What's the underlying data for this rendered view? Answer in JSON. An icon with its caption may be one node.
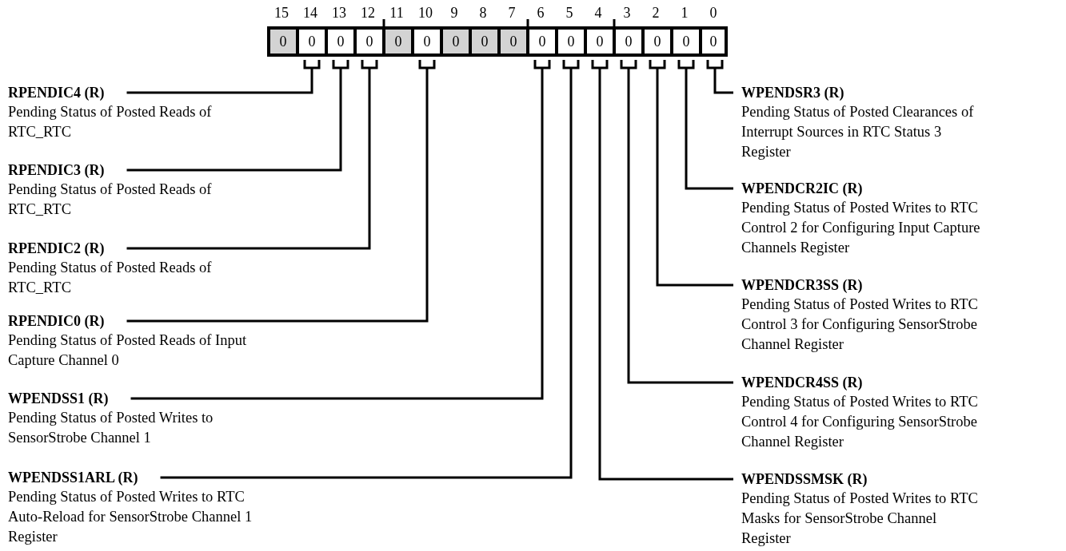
{
  "diagram": {
    "nodes": [
      {
        "text": [
          "0"
        ],
        "beside": [
          "15"
        ]
      },
      {
        "text": [
          "0"
        ],
        "beside": [
          "14"
        ]
      },
      {
        "text": [
          "0"
        ],
        "beside": [
          "13"
        ]
      },
      {
        "text": [
          "0"
        ],
        "beside": [
          "12"
        ]
      },
      {
        "text": [
          "0"
        ],
        "beside": [
          "11"
        ]
      },
      {
        "text": [
          "0"
        ],
        "beside": [
          "10"
        ]
      },
      {
        "text": [
          "0"
        ],
        "beside": [
          "9"
        ]
      },
      {
        "text": [
          "0"
        ],
        "beside": [
          "8"
        ]
      },
      {
        "text": [
          "0"
        ],
        "beside": [
          "7"
        ]
      },
      {
        "text": [
          "0"
        ],
        "beside": [
          "6"
        ]
      },
      {
        "text": [
          "0"
        ],
        "beside": [
          "5"
        ]
      },
      {
        "text": [
          "0"
        ],
        "beside": [
          "4"
        ]
      },
      {
        "text": [
          "0"
        ],
        "beside": [
          "3"
        ]
      },
      {
        "text": [
          "0"
        ],
        "beside": [
          "2"
        ]
      },
      {
        "text": [
          "0"
        ],
        "beside": [
          "1"
        ]
      },
      {
        "text": [
          "0"
        ],
        "beside": [
          "0"
        ]
      },
      {
        "text": [
          "RPENDIC4 (R)",
          "Pending Status of Posted Reads of RTC_RTC"
        ]
      },
      {
        "text": [
          "WPENDSR3 (R)",
          "Pending Status of Posted Clearances of Interrupt Sources in RTC Status 3 Register"
        ]
      },
      {
        "text": [
          "RPENDIC3 (R)",
          "Pending Status of Posted Reads of RTC_RTC"
        ]
      },
      {
        "text": [
          "WPENDCR2IC (R)",
          "Pending Status of Posted Writes to RTC Control 2 for Configuring Input Capture Channels Register"
        ]
      },
      {
        "text": [
          "RPENDIC2 (R)",
          "Pending Status of Posted Reads of RTC_RTC"
        ]
      },
      {
        "text": [
          "WPENDCR3SS (R)",
          "Pending Status of Posted Writes to RTC Control 3 for Configuring SensorStrobe Channel Register"
        ]
      },
      {
        "text": [
          "RPENDIC0 (R)",
          "Pending Status of Posted Reads of Input Capture Channel 0"
        ]
      },
      {
        "text": [
          "WPENDCR4SS (R)",
          "Pending Status of Posted Writes to RTC Control 4 for Configuring SensorStrobe Channel Register"
        ]
      },
      {
        "text": [
          "WPENDSS1 (R)",
          "Pending Status of Posted Writes to SensorStrobe Channel 1"
        ]
      },
      {
        "text": [
          "WPENDSS1ARL (R)",
          "Pending Status of Posted Writes to RTC Auto-Reload for SensorStrobe Channel 1 Register"
        ]
      },
      {
        "text": [
          "WPENDSSMSK (R)",
          "Pending Status of Posted Writes to RTC Masks for SensorStrobe Channel Register"
        ]
      }
    ],
    "edges": [
      {
        "from": 16,
        "to": 1,
        "arrow": "none"
      },
      {
        "from": 17,
        "to": 15,
        "arrow": "none"
      },
      {
        "from": 18,
        "to": 2,
        "arrow": "none"
      },
      {
        "from": 19,
        "to": 14,
        "arrow": "none"
      },
      {
        "from": 20,
        "to": 3,
        "arrow": "none"
      },
      {
        "from": 21,
        "to": 13,
        "arrow": "none"
      },
      {
        "from": 22,
        "to": 5,
        "arrow": "none"
      },
      {
        "from": 23,
        "to": 12,
        "arrow": "none"
      },
      {
        "from": 24,
        "to": 9,
        "arrow": "none"
      },
      {
        "from": 25,
        "to": 10,
        "arrow": "none"
      },
      {
        "from": 26,
        "to": 11,
        "arrow": "none"
      }
    ]
  }
}
